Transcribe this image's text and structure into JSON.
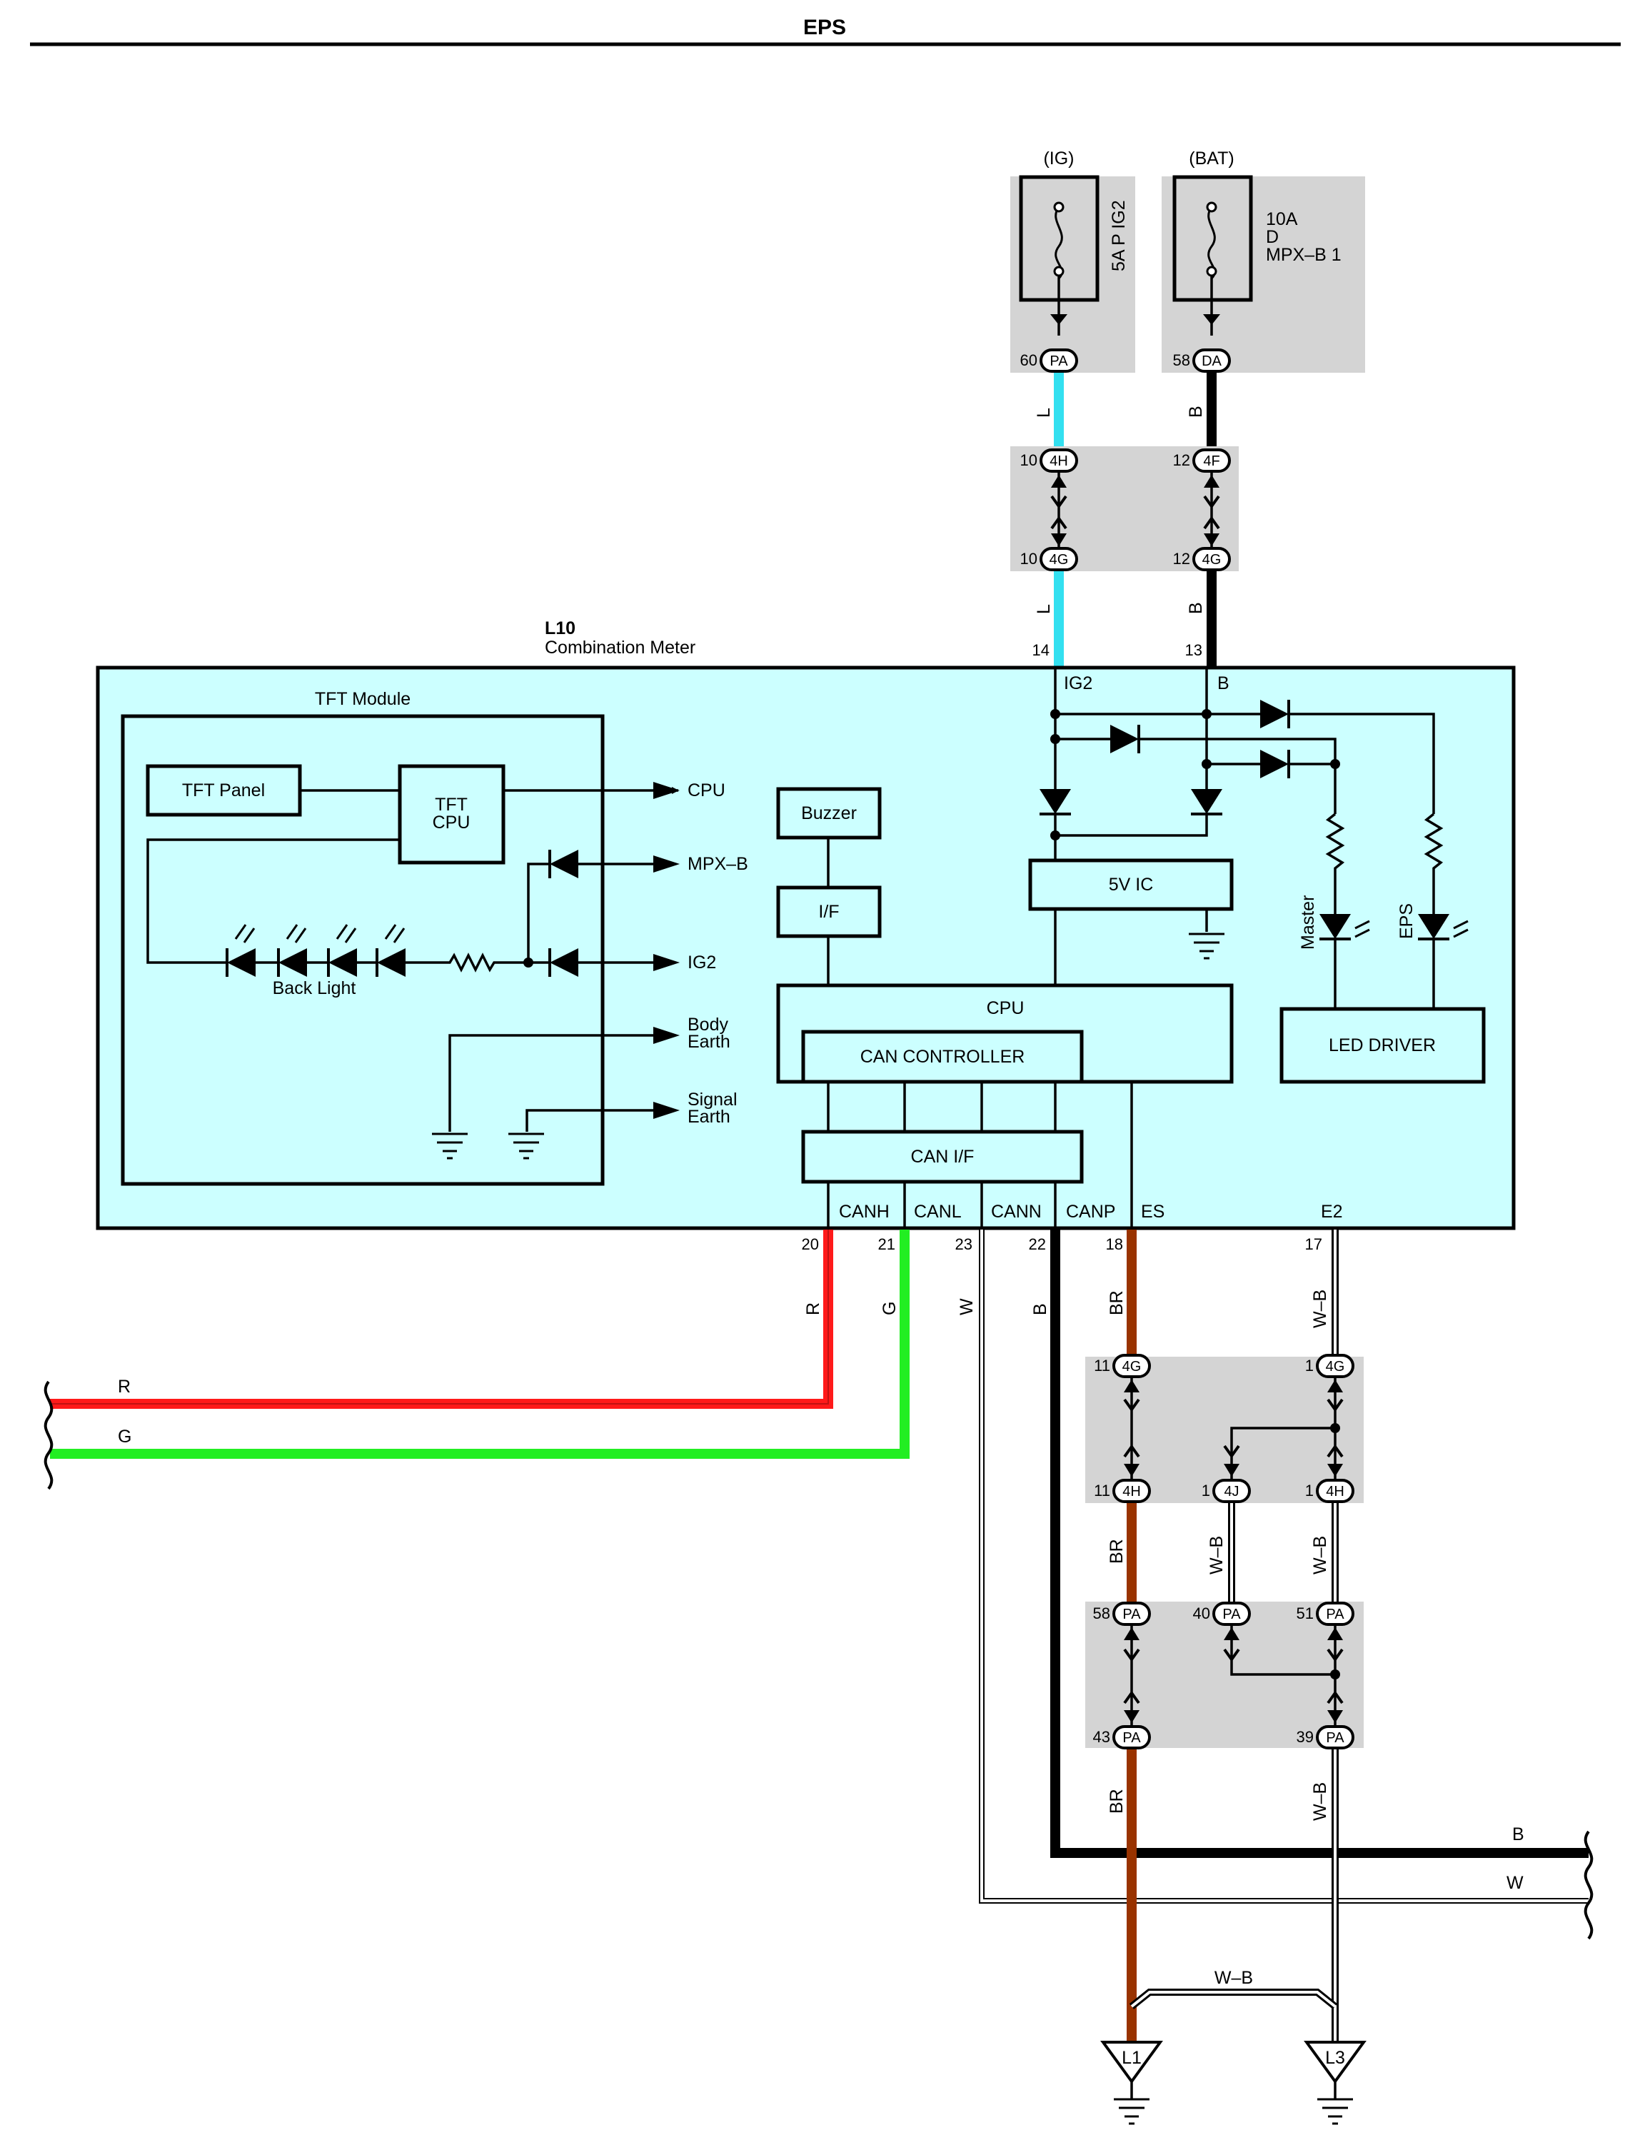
{
  "title": "EPS",
  "sources": {
    "ig": {
      "label": "(IG)",
      "fuse": "5A P IG2",
      "connector": "PA",
      "pin": "60"
    },
    "bat": {
      "label": "(BAT)",
      "fuse_lines": [
        "10A",
        "D",
        "MPX–B 1"
      ],
      "connector": "DA",
      "pin": "58"
    }
  },
  "junction_top": {
    "left_upper": {
      "pin": "10",
      "code": "4H"
    },
    "left_lower": {
      "pin": "10",
      "code": "4G"
    },
    "right_upper": {
      "pin": "12",
      "code": "4F"
    },
    "right_lower": {
      "pin": "12",
      "code": "4G"
    }
  },
  "wire_colors": {
    "l1": "L",
    "l2": "L",
    "b1": "B",
    "b2": "B"
  },
  "component": {
    "id": "L10",
    "name": "Combination Meter",
    "pin_ig2": "14",
    "pin_b": "13",
    "ig2_label": "IG2",
    "b_label": "B"
  },
  "tft_module": {
    "title": "TFT Module",
    "panel": "TFT Panel",
    "cpu_lines": [
      "TFT",
      "CPU"
    ],
    "back_light": "Back Light",
    "outputs": [
      "CPU",
      "MPX–B",
      "IG2"
    ],
    "body_earth": [
      "Body",
      "Earth"
    ],
    "signal_earth": [
      "Signal",
      "Earth"
    ]
  },
  "blocks": {
    "buzzer": "Buzzer",
    "if": "I/F",
    "five_v": "5V IC",
    "cpu": "CPU",
    "can_controller": "CAN CONTROLLER",
    "can_if": "CAN I/F",
    "led_driver": "LED DRIVER",
    "master": "Master",
    "eps": "EPS"
  },
  "bottom_terminals": [
    {
      "label": "CANH",
      "pin": "20",
      "wire": "R"
    },
    {
      "label": "CANL",
      "pin": "21",
      "wire": "G"
    },
    {
      "label": "CANN",
      "pin": "23",
      "wire": "W"
    },
    {
      "label": "CANP",
      "pin": "22",
      "wire": "B"
    },
    {
      "label": "ES",
      "pin": "18",
      "wire": "BR"
    },
    {
      "label": "E2",
      "pin": "17",
      "wire": "W–B"
    }
  ],
  "junction_bottom": {
    "j1_left": {
      "pin": "11",
      "code": "4G"
    },
    "j1_right": {
      "pin": "1",
      "code": "4G"
    },
    "j2_left": {
      "pin": "11",
      "code": "4H"
    },
    "j2_mid": {
      "pin": "1",
      "code": "4J"
    },
    "j2_right": {
      "pin": "1",
      "code": "4H"
    },
    "j3_left": {
      "pin": "58",
      "code": "PA"
    },
    "j3_mid": {
      "pin": "40",
      "code": "PA"
    },
    "j3_right": {
      "pin": "51",
      "code": "PA"
    },
    "j4_left": {
      "pin": "43",
      "code": "PA"
    },
    "j4_right": {
      "pin": "39",
      "code": "PA"
    }
  },
  "lower_wire_colors": {
    "br2": "BR",
    "br3": "BR",
    "wb_mid": "W–B",
    "wb2": "W–B",
    "wb3": "W–B",
    "wb_bottom": "W–B"
  },
  "exit_wires": {
    "r": "R",
    "g": "G",
    "b": "B",
    "w": "W"
  },
  "grounds": [
    "L1",
    "L3"
  ],
  "colors": {
    "cyan_fill": "#ccffff",
    "red": "#ff1a1a",
    "green": "#22ee22",
    "blue_wire": "#33e0f0",
    "brown": "#993300",
    "shade": "#d4d4d4"
  }
}
